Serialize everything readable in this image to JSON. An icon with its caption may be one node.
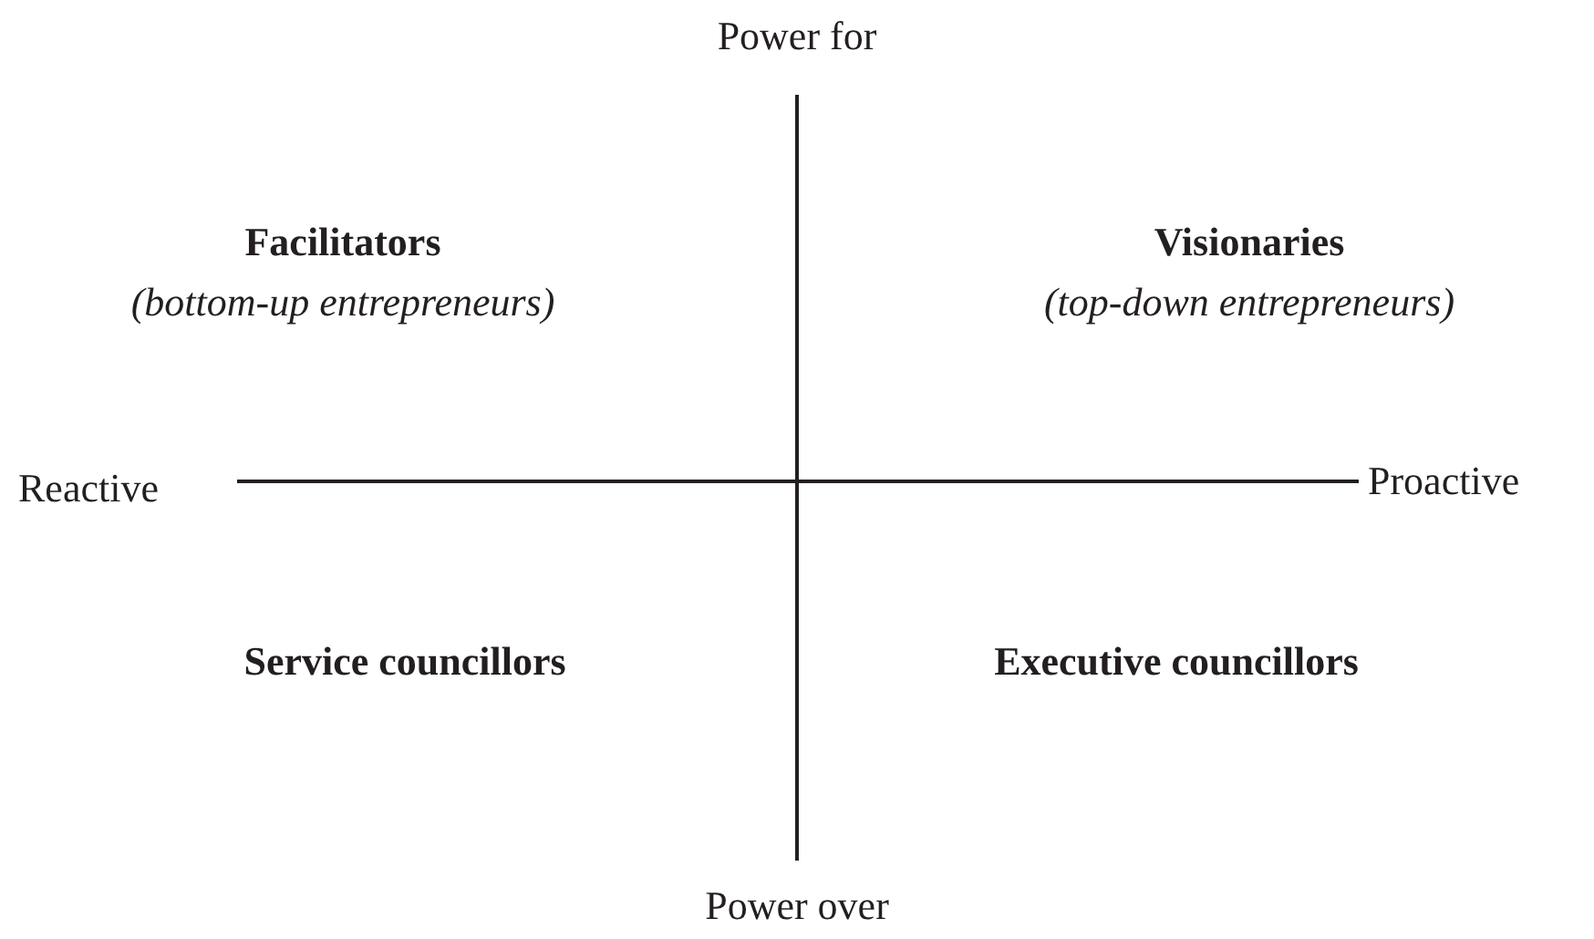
{
  "diagram": {
    "labels": [
      "Power for",
      "Facilitators",
      "(bottom-up entrepreneurs)",
      "Visionaries",
      "(top-down entrepreneurs)",
      "Reactive",
      "Proactive",
      "Service councillors",
      "Executive councillors",
      "Power over"
    ]
  }
}
